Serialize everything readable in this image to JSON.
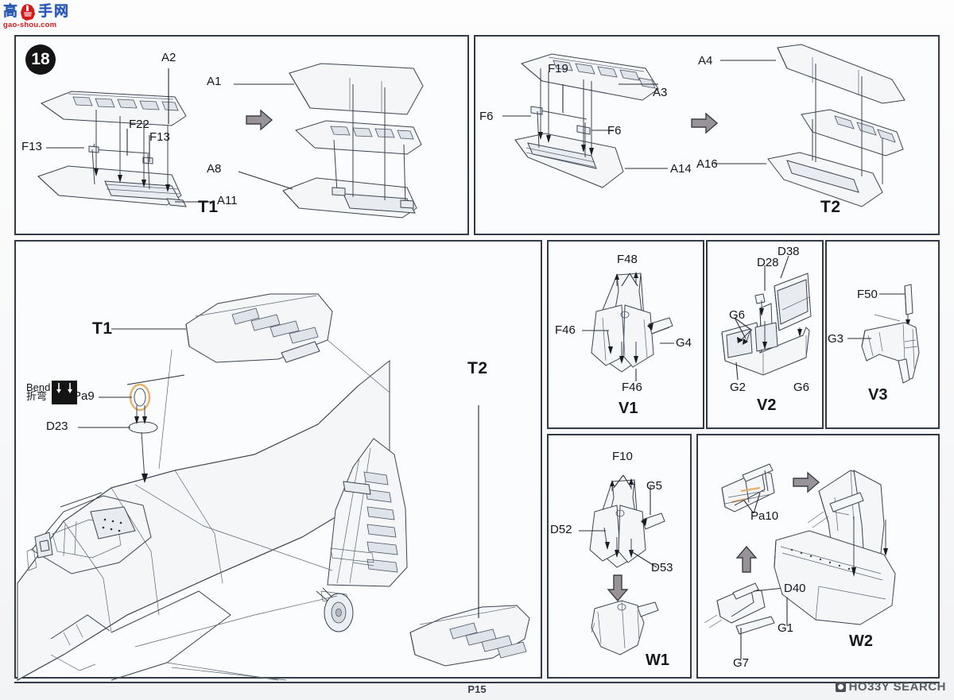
{
  "meta": {
    "doc_type": "model-kit-instruction-sheet",
    "step_number": "18",
    "page_number": "P15"
  },
  "watermark": {
    "chars": [
      "高",
      "手",
      "网"
    ],
    "url": "gao-shou.com",
    "hand_icon": "pointing-hand-icon",
    "char_color": "#2b58b5",
    "url_color": "#d61a1a"
  },
  "footer": {
    "page_label": "P15",
    "brand": "HO33Y SEARCH",
    "brand_mark": "hobby-search-mark-icon"
  },
  "symbols": {
    "bend_en": "Bend",
    "bend_cn": "折弯",
    "bend_icon": "bend-part-icon",
    "arrow_icon": "block-arrow-icon"
  },
  "panels": {
    "t1": {
      "id": "panel-t1",
      "result_label": "T1",
      "labels": [
        "A2",
        "F22",
        "F13",
        "F13",
        "A11",
        "A1",
        "A8"
      ],
      "sub_assembly_left": {
        "parts": [
          "A2",
          "F22",
          "F13",
          "F13",
          "A11"
        ]
      },
      "sub_assembly_right": {
        "parts": [
          "A1",
          "A8"
        ],
        "result": "T1"
      }
    },
    "t2": {
      "id": "panel-t2",
      "result_label": "T2",
      "labels": [
        "F19",
        "A3",
        "F6",
        "F6",
        "A14",
        "A4",
        "A16"
      ],
      "sub_assembly_left": {
        "parts": [
          "F19",
          "A3",
          "F6",
          "F6",
          "A14"
        ]
      },
      "sub_assembly_right": {
        "parts": [
          "A4",
          "A16"
        ],
        "result": "T2"
      }
    },
    "main": {
      "id": "panel-main-fuselage",
      "labels": [
        "T1",
        "T2",
        "Pa9",
        "D23"
      ],
      "bend_marker": true
    },
    "v1": {
      "id": "panel-v1",
      "result_label": "V1",
      "labels": [
        "F48",
        "F46",
        "G4",
        "F46"
      ]
    },
    "v2": {
      "id": "panel-v2",
      "result_label": "V2",
      "labels": [
        "D28",
        "D38",
        "G6",
        "G2",
        "G6"
      ]
    },
    "v3": {
      "id": "panel-v3",
      "result_label": "V3",
      "labels": [
        "F50",
        "G3"
      ]
    },
    "w1": {
      "id": "panel-w1",
      "result_label": "W1",
      "labels": [
        "F10",
        "G5",
        "D52",
        "D53"
      ]
    },
    "w2": {
      "id": "panel-w2",
      "result_label": "W2",
      "labels": [
        "Pa10",
        "D40",
        "G7",
        "G1"
      ]
    }
  },
  "colors": {
    "border": "#333b44",
    "line": "#3c4450",
    "arrow_fill": "#9a9299",
    "highlight": "#e8b06a",
    "paper": "#fbfcfd"
  }
}
